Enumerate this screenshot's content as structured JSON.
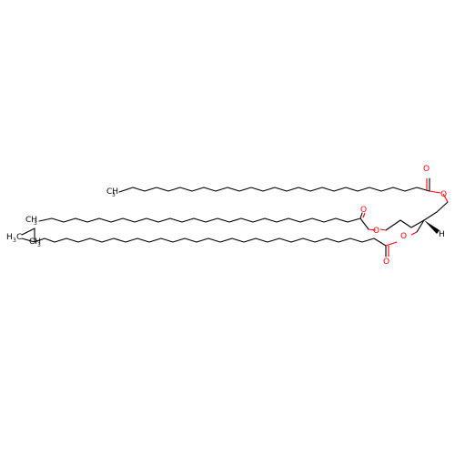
{
  "molecule": {
    "atoms": {
      "oxygen": "O",
      "hydrogen": "H",
      "methyl_main": "CH",
      "methyl_sub": "3",
      "ethyl_h": "H",
      "ethyl_sub": "3",
      "ethyl_c": "C"
    },
    "colors": {
      "bond": "#000000",
      "oxygen": "#ff0000"
    }
  }
}
